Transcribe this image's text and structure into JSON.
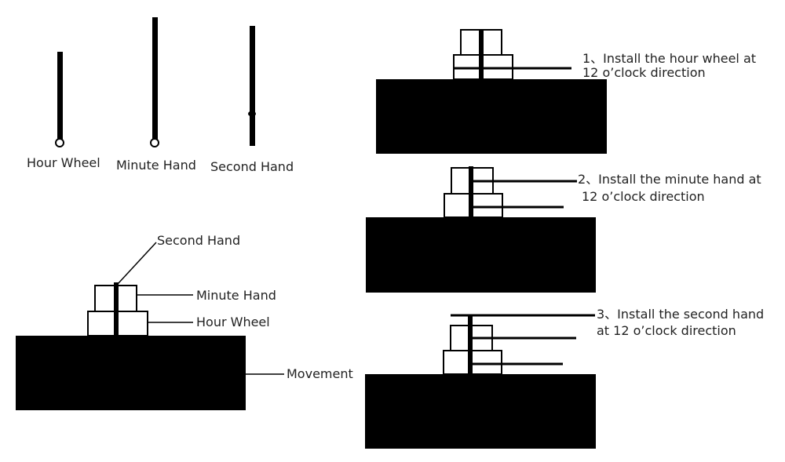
{
  "colors": {
    "ink": "#000000",
    "paper": "#ffffff",
    "text": "#222222"
  },
  "hands": {
    "hour_wheel": "Hour Wheel",
    "minute_hand": "Minute Hand",
    "second_hand": "Second Hand"
  },
  "assembly": {
    "second_hand": "Second Hand",
    "minute_hand": "Minute Hand",
    "hour_wheel": "Hour Wheel",
    "movement": "Movement"
  },
  "steps": [
    {
      "line1": "1、Install the hour wheel at",
      "line2": "12 o’clock direction"
    },
    {
      "line1": "2、Install the minute hand at",
      "line2": "12 o’clock direction"
    },
    {
      "line1": "3、Install the second hand",
      "line2": "at 12 o’clock direction"
    }
  ]
}
